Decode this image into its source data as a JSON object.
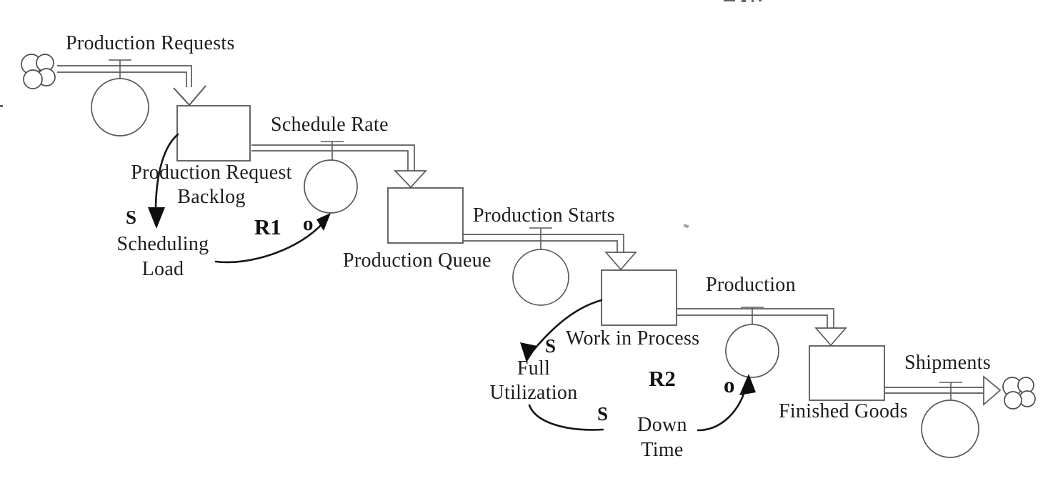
{
  "colors": {
    "background": "#ffffff",
    "ink": "#1c1c1c",
    "line_gray": "#5a5a5a"
  },
  "stocks": {
    "backlog": {
      "line1": "Production Request",
      "line2": "Backlog"
    },
    "queue": {
      "label": "Production Queue"
    },
    "wip": {
      "label": "Work in Process"
    },
    "finished": {
      "label": "Finished Goods"
    }
  },
  "flows": {
    "requests": {
      "label": "Production Requests"
    },
    "schedule_rate": {
      "label": "Schedule Rate"
    },
    "starts": {
      "label": "Production Starts"
    },
    "production": {
      "label": "Production"
    },
    "shipments": {
      "label": "Shipments"
    }
  },
  "aux": {
    "scheduling_load": {
      "line1": "Scheduling",
      "line2": "Load"
    },
    "full_utilization": {
      "line1": "Full",
      "line2": "Utilization"
    },
    "down_time": {
      "line1": "Down",
      "line2": "Time"
    }
  },
  "loops": {
    "r1": "R1",
    "r2": "R2"
  },
  "polarity": {
    "s_backlog_to_load": "S",
    "o_load_to_schedule_rate": "o",
    "s_wip_to_utilization": "S",
    "s_utilization_to_downtime": "S",
    "o_downtime_to_production": "o"
  }
}
